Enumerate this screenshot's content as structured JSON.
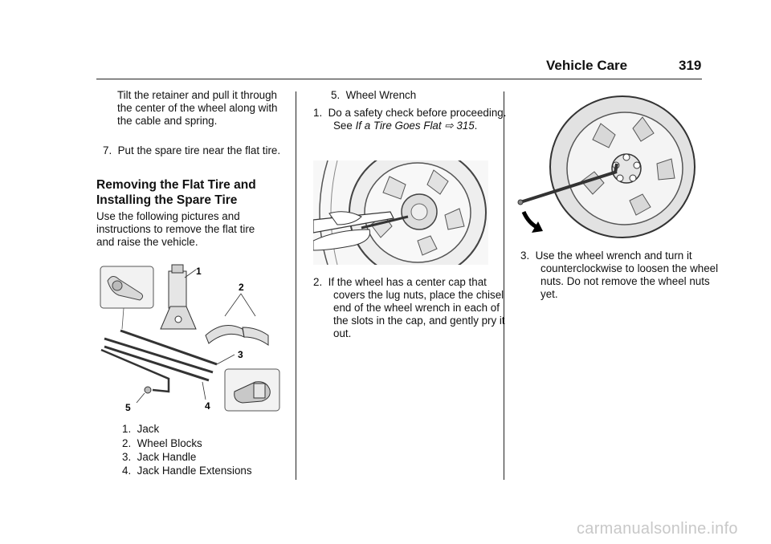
{
  "header": {
    "section": "Vehicle Care",
    "page_number": "319"
  },
  "col1": {
    "intro_text": "Tilt the retainer and pull it through the center of the wheel along with the cable and spring.",
    "step7": {
      "num": "7.",
      "text": "Put the spare tire near the flat tire."
    },
    "heading": "Removing the Flat Tire and Installing the Spare Tire",
    "para": "Use the following pictures and instructions to remove the flat tire and raise the vehicle.",
    "callouts": [
      "1",
      "2",
      "3",
      "4",
      "5"
    ],
    "items": [
      {
        "num": "1.",
        "label": "Jack"
      },
      {
        "num": "2.",
        "label": "Wheel Blocks"
      },
      {
        "num": "3.",
        "label": "Jack Handle"
      },
      {
        "num": "4.",
        "label": "Jack Handle Extensions"
      }
    ]
  },
  "col2": {
    "item5": {
      "num": "5.",
      "label": "Wheel Wrench"
    },
    "step1": {
      "num": "1.",
      "text": "Do a safety check before proceeding. See",
      "link_text": "If a Tire Goes Flat",
      "ref_symbol": "⇨",
      "ref_page": "315",
      "end": "."
    },
    "step2": {
      "num": "2.",
      "text": "If the wheel has a center cap that covers the lug nuts, place the chisel end of the wheel wrench in each of the slots in the cap, and gently pry it out."
    }
  },
  "col3": {
    "step3": {
      "num": "3.",
      "text": "Use the wheel wrench and turn it counterclockwise to loosen the wheel nuts. Do not remove the wheel nuts yet."
    }
  },
  "watermark": "carmanualsonline.info"
}
